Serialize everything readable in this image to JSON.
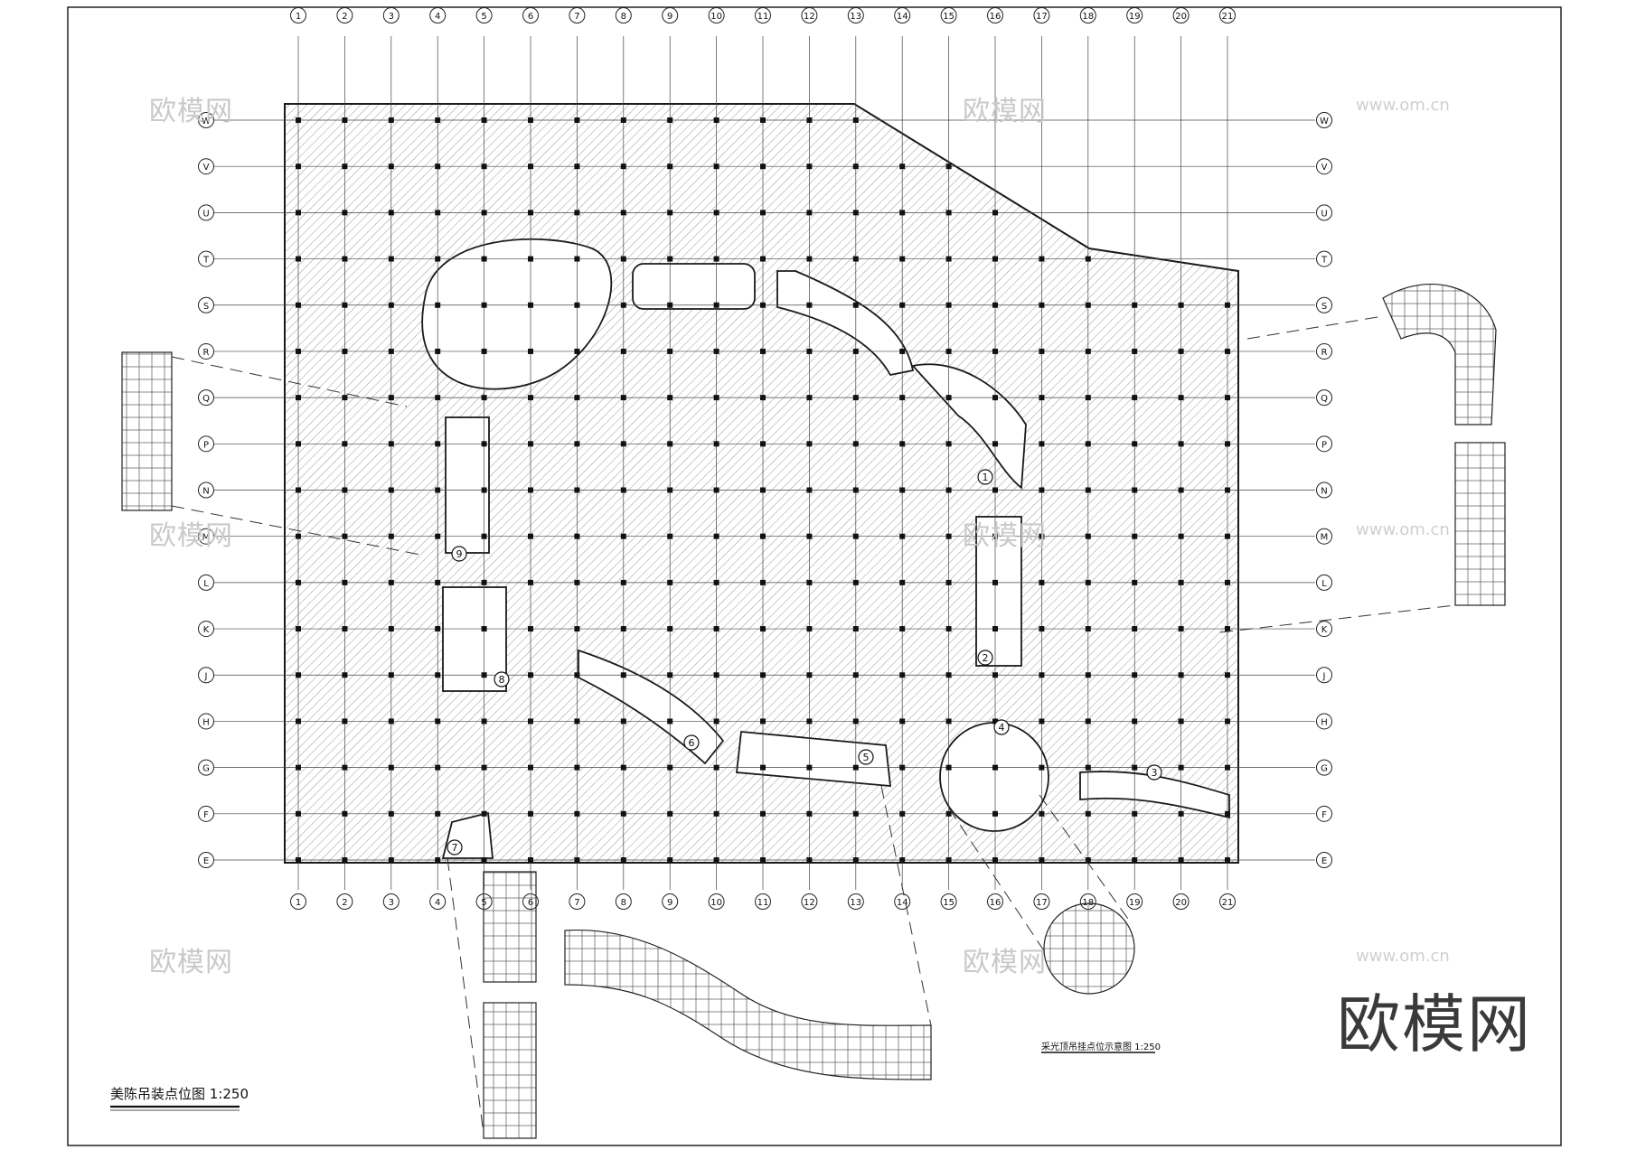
{
  "columns": [
    "1",
    "2",
    "3",
    "4",
    "5",
    "6",
    "7",
    "8",
    "9",
    "10",
    "11",
    "12",
    "13",
    "14",
    "15",
    "16",
    "17",
    "18",
    "19",
    "20",
    "21"
  ],
  "rows": [
    "W",
    "V",
    "U",
    "T",
    "S",
    "R",
    "Q",
    "P",
    "N",
    "M",
    "L",
    "K",
    "J",
    "H",
    "G",
    "F",
    "E"
  ],
  "markers": [
    "1",
    "2",
    "3",
    "4",
    "5",
    "6",
    "7",
    "8",
    "9"
  ],
  "drawing_title": "美陈吊装点位图 1:250",
  "skylight_caption": "采光顶吊挂点位示意图 1:250",
  "brand_mark": "欧模网",
  "watermarks": [
    "欧模网",
    "www.om.cn"
  ],
  "colors": {
    "line": "#1a1a1a",
    "hatch": "#9a9a9a",
    "grid": "#444444"
  }
}
